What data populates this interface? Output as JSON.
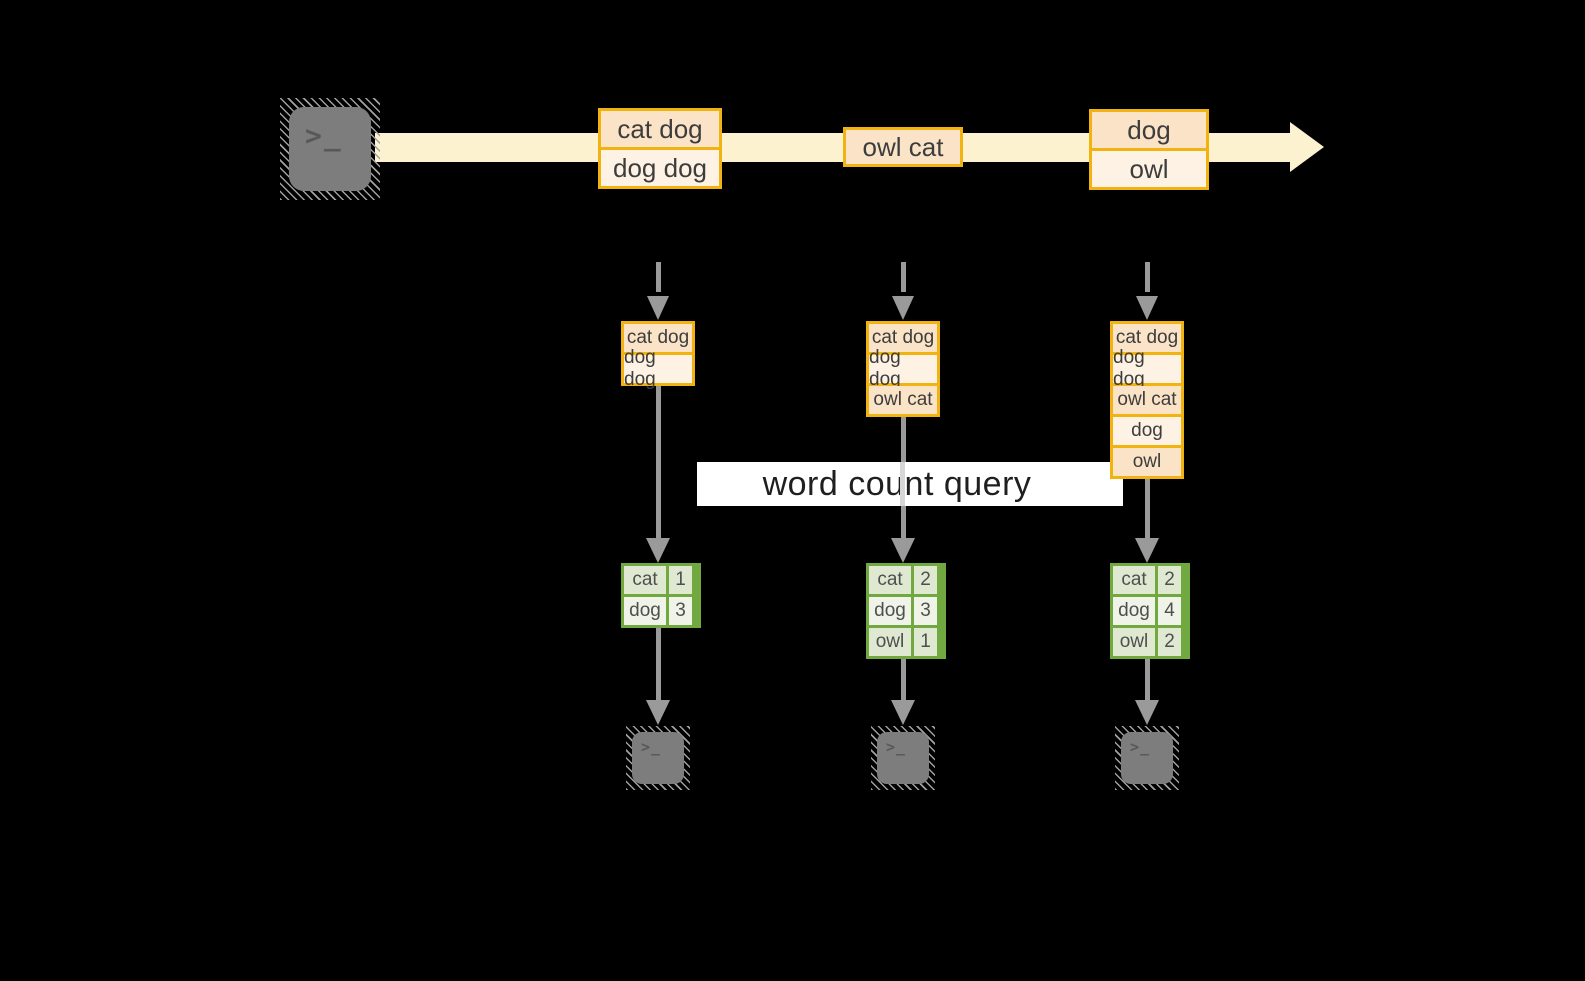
{
  "colors": {
    "background": "#000000",
    "stream_band": "#fcf2cf",
    "event_border": "#f0b310",
    "event_row_dark": "#fae3c6",
    "event_row_light": "#fdf2e4",
    "table_border": "#72a840",
    "table_row_dark": "#dfe9d2",
    "table_row_light": "#eff3e8",
    "arrow": "#9a9a9a",
    "terminal_fill": "#7d7d7d",
    "query_band_bg": "#ffffff",
    "query_text": "#1f1f1f"
  },
  "query": {
    "label": "word count query"
  },
  "source_terminal": {
    "prompt_glyph": ">_"
  },
  "sink_terminal": {
    "prompt_glyph": ">_"
  },
  "stream": {
    "events": [
      {
        "lines": [
          "cat dog",
          "dog dog"
        ]
      },
      {
        "lines": [
          "owl cat"
        ]
      },
      {
        "lines": [
          "dog",
          "owl"
        ]
      }
    ]
  },
  "columns": [
    {
      "buffer": [
        "cat dog",
        "dog dog"
      ],
      "counts": [
        {
          "word": "cat",
          "count": 1
        },
        {
          "word": "dog",
          "count": 3
        }
      ]
    },
    {
      "buffer": [
        "cat dog",
        "dog dog",
        "owl cat"
      ],
      "counts": [
        {
          "word": "cat",
          "count": 2
        },
        {
          "word": "dog",
          "count": 3
        },
        {
          "word": "owl",
          "count": 1
        }
      ]
    },
    {
      "buffer": [
        "cat dog",
        "dog dog",
        "owl cat",
        "dog",
        "owl"
      ],
      "counts": [
        {
          "word": "cat",
          "count": 2
        },
        {
          "word": "dog",
          "count": 4
        },
        {
          "word": "owl",
          "count": 2
        }
      ]
    }
  ]
}
